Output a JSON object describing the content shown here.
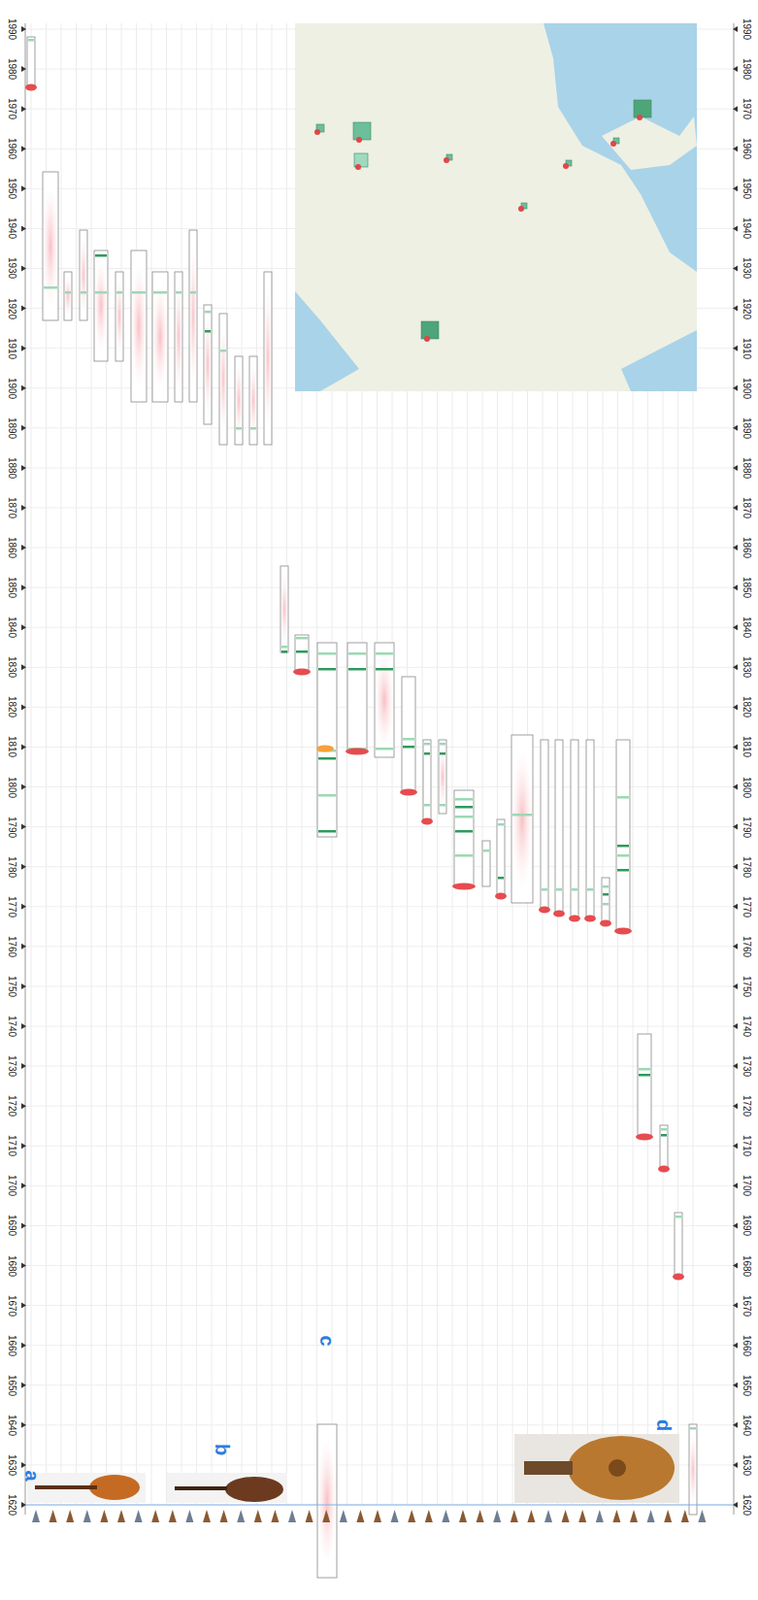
{
  "diagram": {
    "labels": [
      "1620",
      "1630",
      "1640",
      "1650",
      "1660",
      "1670",
      "1680",
      "1690",
      "1700",
      "1710",
      "1720",
      "1730",
      "1740",
      "1750",
      "1760",
      "1770",
      "1780",
      "1790",
      "1800",
      "1810",
      "1820",
      "1830",
      "1840",
      "1850",
      "1860",
      "1870",
      "1880",
      "1890",
      "1900",
      "1910",
      "1920",
      "1930",
      "1940",
      "1950",
      "1960",
      "1970",
      "1980",
      "1990",
      "1620",
      "1630",
      "1640",
      "1650",
      "1660",
      "1670",
      "1680",
      "1690",
      "1700",
      "1710",
      "1720",
      "1730",
      "1740",
      "1750",
      "1760",
      "1770",
      "1780",
      "1790",
      "1800",
      "1810",
      "1820",
      "1830",
      "1840",
      "1850",
      "1860",
      "1870",
      "1880",
      "1890",
      "1900",
      "1910",
      "1920",
      "1930",
      "1940",
      "1950",
      "1960",
      "1970",
      "1980",
      "1990",
      "a",
      "b",
      "c",
      "d"
    ]
  }
}
